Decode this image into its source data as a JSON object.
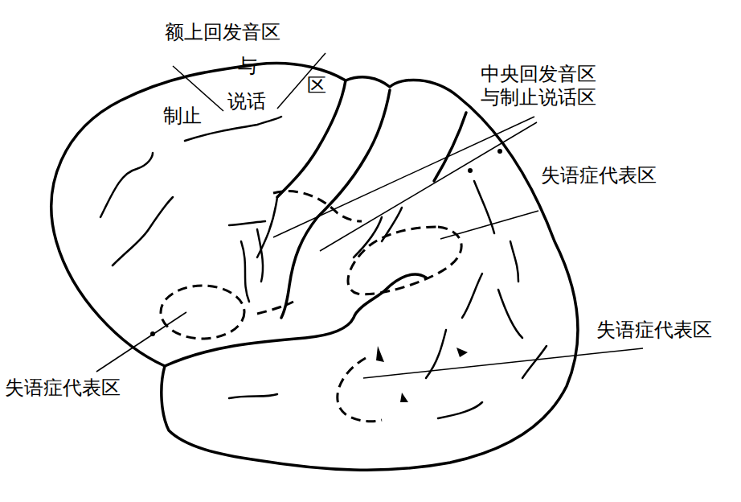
{
  "diagram": {
    "labels": [
      "额上回发音区",
      "与",
      "区",
      "说话",
      "制止",
      "中央回发音区 与制止说话区",
      "失语症代表区",
      "失语症代表区",
      "失语症代表区"
    ]
  }
}
